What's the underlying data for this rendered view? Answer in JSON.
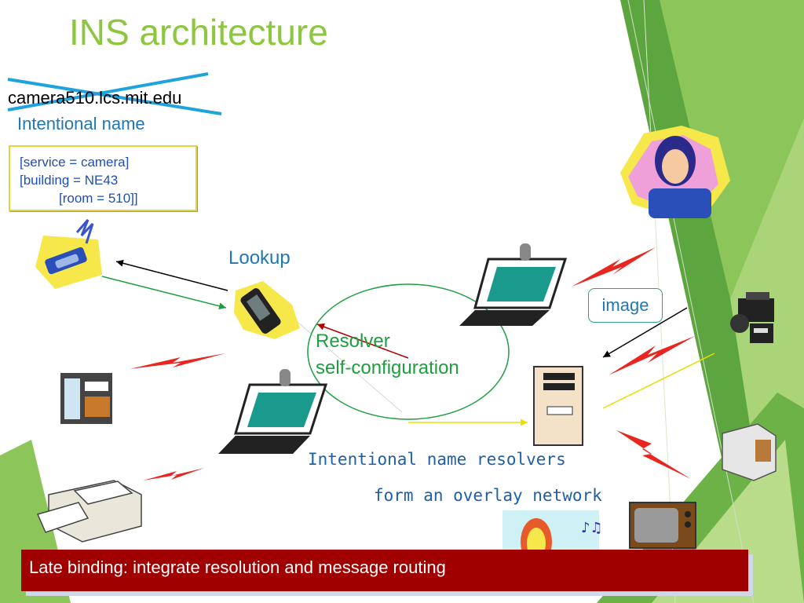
{
  "title": "INS architecture",
  "struck_name": "camera510.lcs.mit.edu",
  "intentional_name_label": "Intentional name",
  "name_spec": {
    "line1": "[service = camera]",
    "line2": "[building = NE43",
    "line3": "[room = 510]]"
  },
  "lookup_label": "Lookup",
  "resolver_label": {
    "line1": "Resolver",
    "line2": "self-configuration"
  },
  "image_label": "image",
  "resolvers_caption": {
    "line1": "Intentional name resolvers",
    "line2": "form an overlay network"
  },
  "banner_text": "Late binding: integrate resolution and message routing",
  "colors": {
    "title": "#8DC63F",
    "banner": "#A00000",
    "lightning": "#E8261F",
    "ellipse": "#1E9E3E",
    "deco_green": "#4FA83A"
  },
  "icons": [
    "handshake-phone-icon",
    "handheld-device-icon",
    "laptop-icon",
    "woman-on-phone-icon",
    "video-camera-icon",
    "coffee-maker-icon",
    "printer-icon",
    "server-tower-icon",
    "toaster-icon",
    "jukebox-icon",
    "television-icon"
  ]
}
